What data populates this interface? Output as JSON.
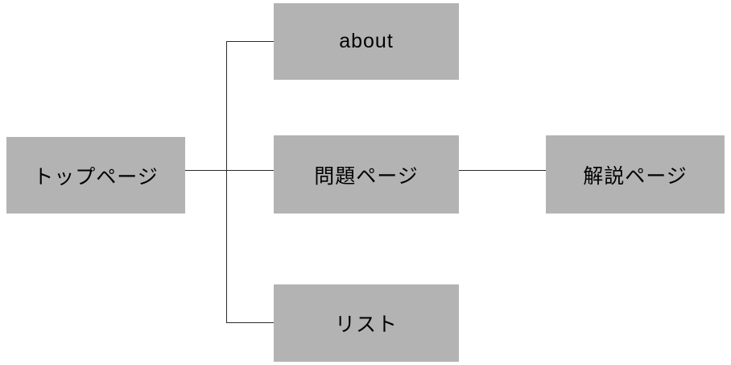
{
  "diagram": {
    "type": "sitemap-flow",
    "background_color": "#ffffff",
    "node_fill_color": "#b3b3b3",
    "node_text_color": "#000000",
    "line_color": "#2b2b2b",
    "nodes": [
      {
        "id": "top-page",
        "label": "トップページ"
      },
      {
        "id": "about",
        "label": "about"
      },
      {
        "id": "problem-page",
        "label": "問題ページ"
      },
      {
        "id": "list",
        "label": "リスト"
      },
      {
        "id": "explanation-page",
        "label": "解説ページ"
      }
    ],
    "edges": [
      {
        "from": "top-page",
        "to": "about"
      },
      {
        "from": "top-page",
        "to": "problem-page"
      },
      {
        "from": "top-page",
        "to": "list"
      },
      {
        "from": "problem-page",
        "to": "explanation-page"
      }
    ]
  }
}
